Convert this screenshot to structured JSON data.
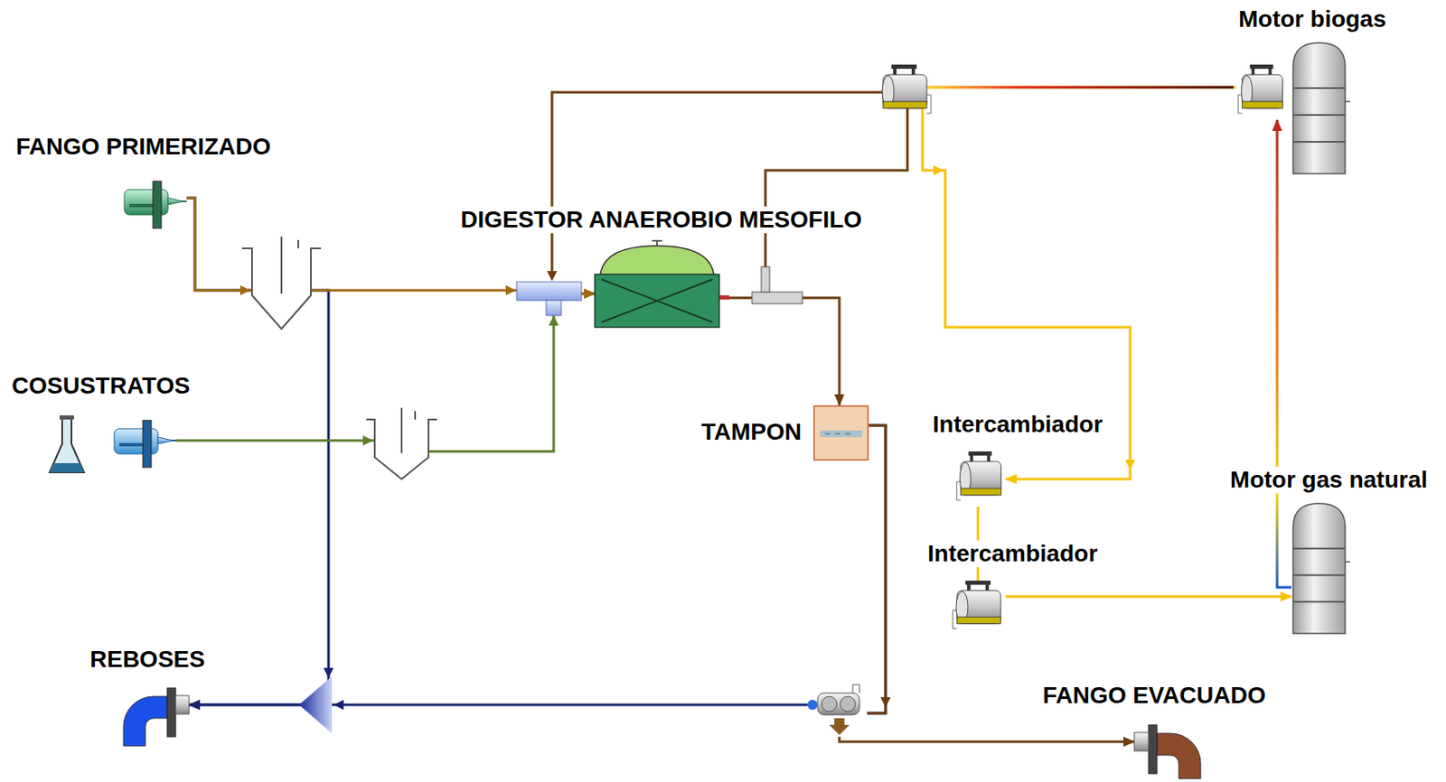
{
  "diagram": {
    "nodes": [
      {
        "text": [
          "FANGO PRIMERIZADO"
        ]
      },
      {
        "text": [
          "COSUSTRATOS"
        ]
      },
      {
        "text": [
          "DIGESTOR ANAEROBIO MESOFILO"
        ]
      },
      {
        "text": [
          "TAMPON"
        ]
      },
      {
        "text": [
          "Motor biogas"
        ]
      },
      {
        "text": [
          "Intercambiador"
        ]
      },
      {
        "text": [
          "Intercambiador"
        ]
      },
      {
        "text": [
          "Motor gas natural"
        ]
      },
      {
        "text": [
          "REBOSES"
        ]
      },
      {
        "text": [
          "FANGO EVACUADO"
        ]
      }
    ],
    "edges": [
      {
        "from": 0,
        "to": 8,
        "arrow": "to"
      },
      {
        "from": 1,
        "to": 2,
        "arrow": "to"
      },
      {
        "from": 0,
        "to": 2,
        "arrow": "to"
      },
      {
        "from": 2,
        "to": 3,
        "arrow": "to"
      },
      {
        "from": 3,
        "to": 8,
        "arrow": "to"
      },
      {
        "from": 3,
        "to": 9,
        "arrow": "to"
      },
      {
        "from": 4,
        "to": 5,
        "arrow": "to"
      },
      {
        "from": 5,
        "to": 6,
        "arrow": "none"
      },
      {
        "from": 6,
        "to": 7,
        "arrow": "to"
      },
      {
        "from": 7,
        "to": 4,
        "arrow": "to"
      }
    ]
  }
}
